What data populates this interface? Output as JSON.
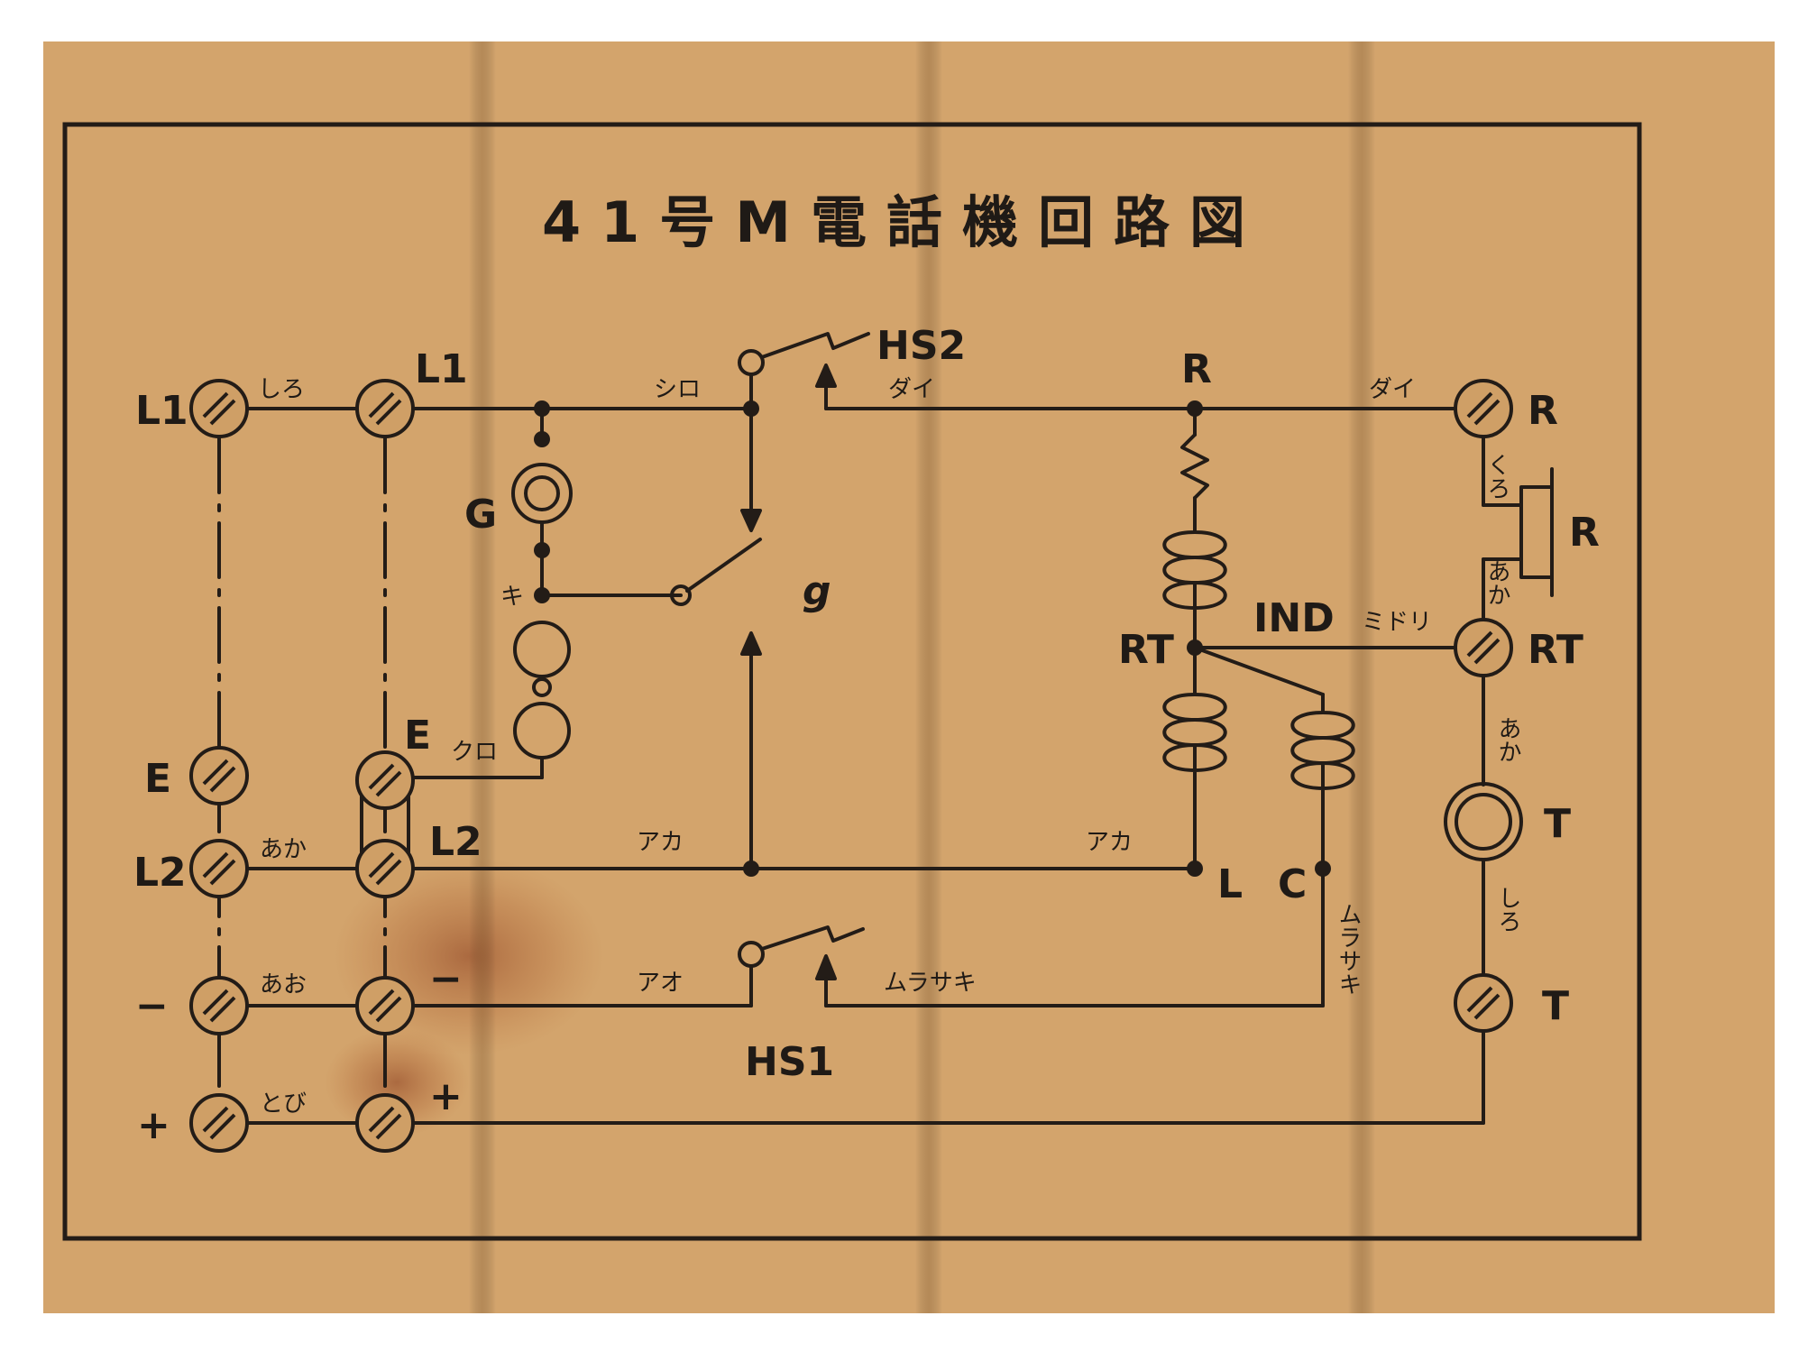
{
  "title": "41号M電話機回路図",
  "colors": {
    "paper": "#d3a46c",
    "ink": "#231c17",
    "background": "#ffffff"
  },
  "labels": {
    "left_L1": "L1",
    "left_E": "E",
    "left_L2": "L2",
    "left_minus": "−",
    "left_plus": "+",
    "inner_L1": "L1",
    "inner_E": "E",
    "inner_L2": "L2",
    "inner_minus": "−",
    "inner_plus": "+",
    "G": "G",
    "g": "g",
    "HS2": "HS2",
    "HS1": "HS1",
    "R_top": "R",
    "RT_mid": "RT",
    "IND": "IND",
    "L_bottom": "L",
    "C_bottom": "C",
    "right_R": "R",
    "R_receiver": "R",
    "right_RT": "RT",
    "right_T_trans": "T",
    "right_T": "T"
  },
  "wire_labels": {
    "shiro_hira": "しろ",
    "aka_hira": "あか",
    "ao_hira": "あお",
    "tobi_hira": "とび",
    "shiro_kata": "シロ",
    "dai_1": "ダイ",
    "dai_2": "ダイ",
    "aka_kata_1": "アカ",
    "aka_kata_2": "アカ",
    "ao_kata": "アオ",
    "murasaki_1": "ムラサキ",
    "murasaki_2": "ムラサキ",
    "kuro_kata": "クロ",
    "ki": "キ",
    "midori": "ミドリ",
    "kuro_hira": "くろ",
    "aka_hira_2": "あか",
    "aka_hira_3": "あか",
    "shiro_hira_2": "しろ"
  }
}
